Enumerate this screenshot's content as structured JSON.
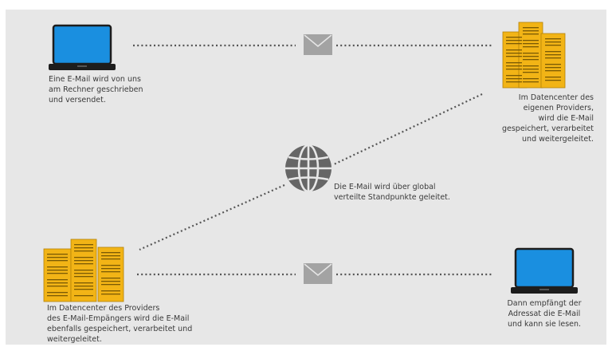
{
  "colors": {
    "panel_background": "#e7e7e7",
    "laptop_blue": "#1a8fe0",
    "server_gold": "#f2b416",
    "globe_gray": "#666666",
    "envelope_gray": "#a3a3a3",
    "dotted_line": "#555555",
    "caption_text": "#3a3a3a"
  },
  "icons": [
    "laptop-icon",
    "envelope-icon",
    "server-icon",
    "globe-icon"
  ],
  "steps": [
    {
      "id": "send",
      "lines": [
        "Eine E-Mail wird von uns",
        "am Rechner geschrieben",
        "und versendet."
      ]
    },
    {
      "id": "own_provider",
      "lines": [
        "Im Datencenter des",
        "eigenen Providers,",
        "wird die E-Mail",
        "gespeichert, verarbeitet",
        "und weitergeleitet."
      ]
    },
    {
      "id": "global",
      "lines": [
        "Die E-Mail wird über global",
        "verteilte Standpunkte geleitet."
      ]
    },
    {
      "id": "recipient_provider",
      "lines": [
        "Im Datencenter des Providers",
        "des E-Mail-Empängers wird die E-Mail",
        "ebenfalls gespeichert, verarbeitet und",
        "weitergeleitet."
      ]
    },
    {
      "id": "receive",
      "lines": [
        "Dann empfängt der",
        "Adressat die E-Mail",
        "und kann sie lesen."
      ]
    }
  ]
}
